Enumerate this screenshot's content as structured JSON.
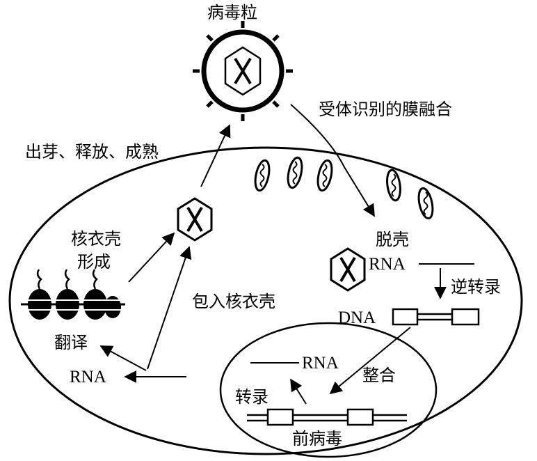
{
  "labels": {
    "virion": "病毒粒",
    "receptor_fusion": "受体识别的膜融合",
    "budding": "出芽、释放、成熟",
    "uncoating": "脱壳",
    "capsid_formation_line1": "核衣壳",
    "capsid_formation_line2": "形成",
    "package_into_capsid": "包入核衣壳",
    "reverse_transcription": "逆转录",
    "integration": "整合",
    "transcription": "转录",
    "translation": "翻译",
    "provirus": "前病毒",
    "rna_uncoated": "RNA",
    "dna": "DNA",
    "rna_nuclear": "RNA",
    "rna_cytoplasm": "RNA"
  },
  "colors": {
    "stroke": "#000000",
    "background": "#ffffff"
  }
}
